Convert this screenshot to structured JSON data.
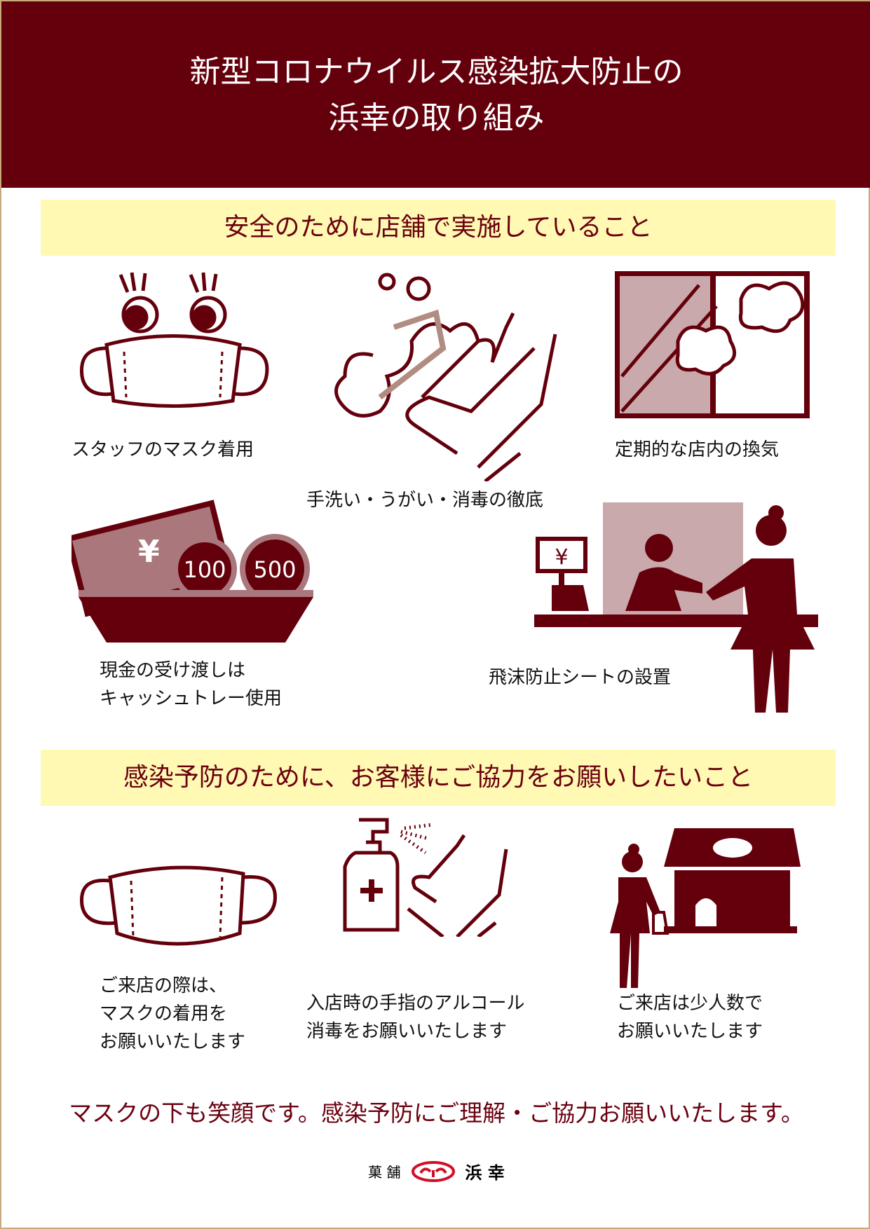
{
  "header": {
    "title_line1": "新型コロナウイルス感染拡大防止の",
    "title_line2": "浜幸の取り組み"
  },
  "section1": {
    "heading": "安全のために店舗で実施していること",
    "items": [
      {
        "caption": "スタッフのマスク着用",
        "icon": "mask-eyes-icon"
      },
      {
        "caption": "手洗い・うがい・消毒の徹底",
        "icon": "handwash-icon"
      },
      {
        "caption": "定期的な店内の換気",
        "icon": "window-ventilation-icon"
      },
      {
        "caption_line1": "現金の受け渡しは",
        "caption_line2": "キャッシュトレー使用",
        "icon": "cash-tray-icon",
        "coin1": "100",
        "coin2": "500",
        "yen": "¥"
      },
      {
        "caption": "飛沫防止シートの設置",
        "icon": "splash-guard-icon",
        "yen": "¥"
      }
    ]
  },
  "section2": {
    "heading": "感染予防のために、お客様にご協力をお願いしたいこと",
    "items": [
      {
        "caption_line1": "ご来店の際は、",
        "caption_line2": "マスクの着用を",
        "caption_line3": "お願いいたします",
        "icon": "mask-icon"
      },
      {
        "caption_line1": "入店時の手指のアルコール",
        "caption_line2": "消毒をお願いいたします",
        "icon": "sanitizer-icon"
      },
      {
        "caption_line1": "ご来店は少人数で",
        "caption_line2": "お願いいたします",
        "icon": "shop-customer-icon"
      }
    ]
  },
  "footer": {
    "message": "マスクの下も笑顔です。感染予防にご理解・ご協力お願いいたします。",
    "logo_prefix": "菓 舗",
    "logo_name": "浜 幸"
  },
  "colors": {
    "brand": "#64000c",
    "band": "#fff9b3",
    "pink": "#c9a9ab"
  }
}
